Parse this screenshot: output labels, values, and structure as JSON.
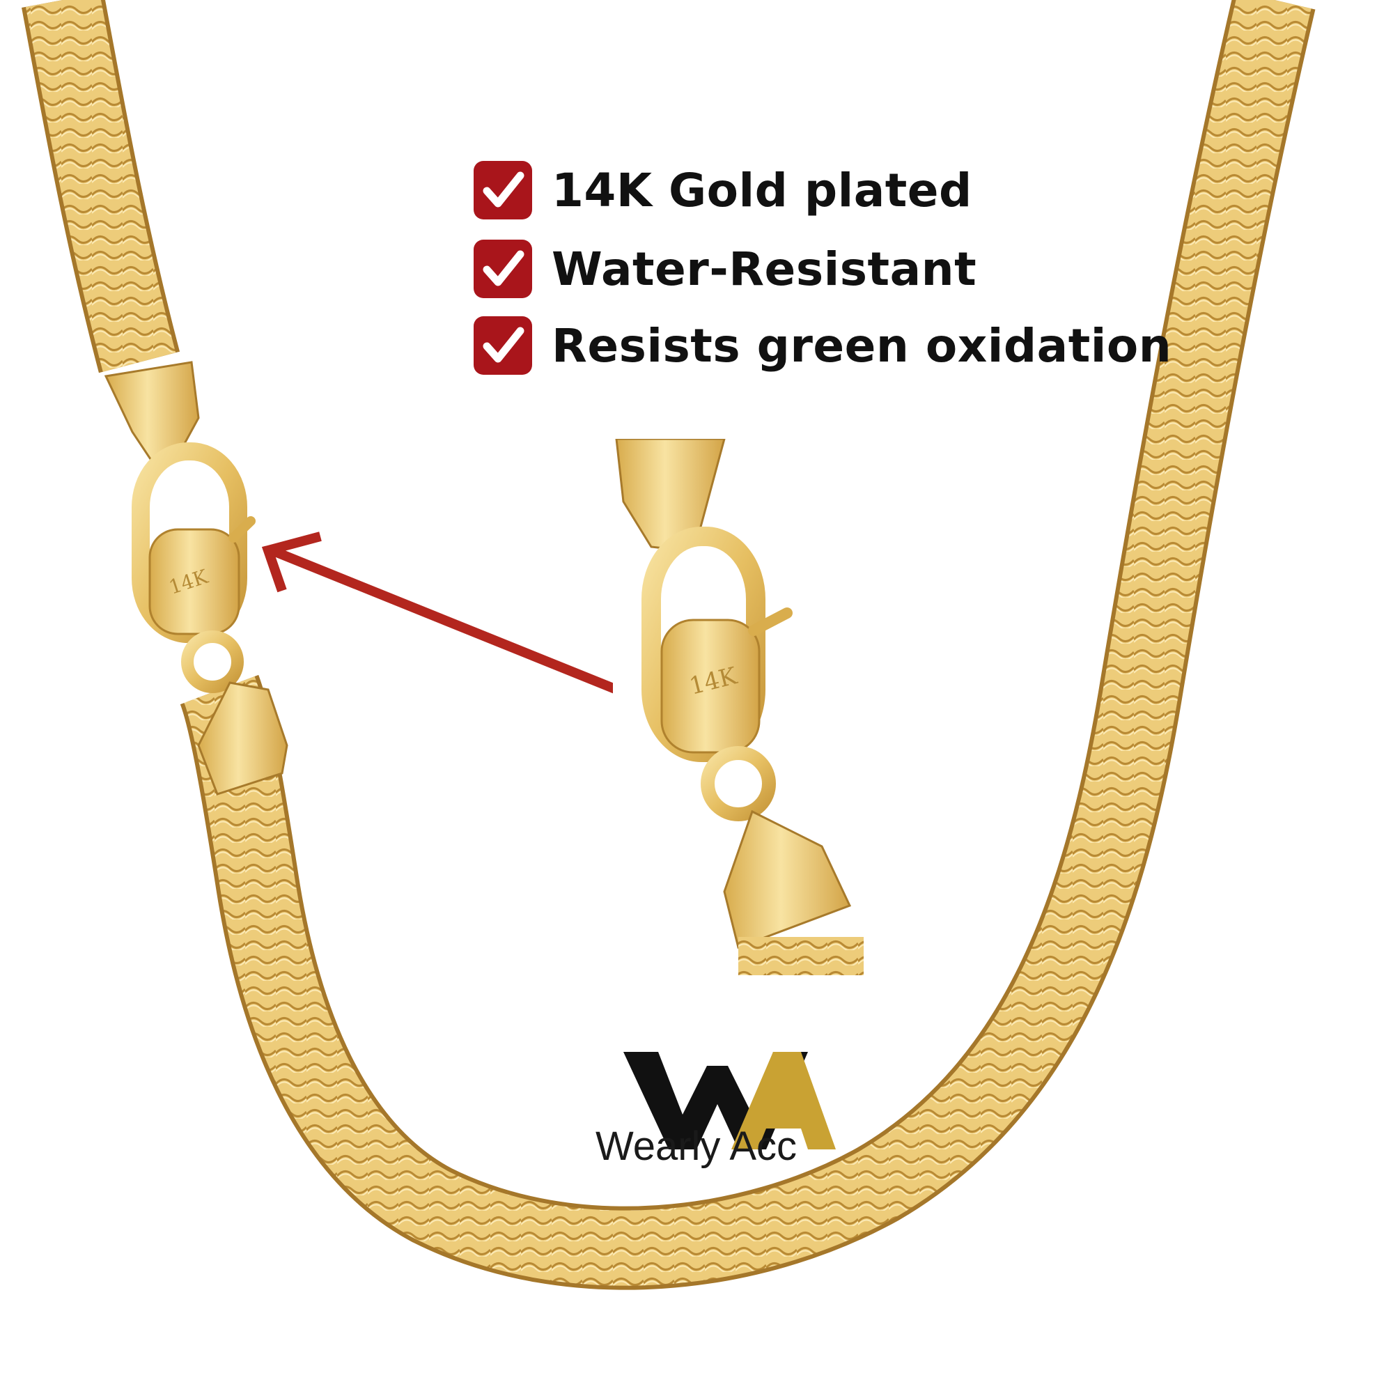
{
  "features": [
    {
      "label": "14K Gold plated",
      "icon": "checkmark-icon"
    },
    {
      "label": "Water-Resistant",
      "icon": "checkmark-icon"
    },
    {
      "label": "Resists green oxidation",
      "icon": "checkmark-icon"
    }
  ],
  "clasp_stamp": "14K",
  "brand": {
    "name": "Wearly Acc",
    "monogram_w": "W",
    "monogram_a": "A"
  },
  "colors": {
    "gold_light": "#f6dc93",
    "gold_mid": "#e3b856",
    "gold_dark": "#b7862e",
    "check_red": "#a9151b",
    "arrow_red": "#b3261e",
    "logo_black": "#111111",
    "logo_gold": "#c9a233"
  }
}
